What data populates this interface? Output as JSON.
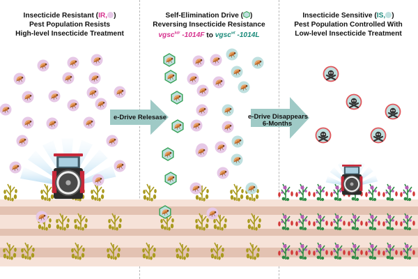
{
  "panels": [
    {
      "id": "insecticide-resistant",
      "title_lines": [
        "Insecticide Resistant (",
        "Pest Population Resists",
        "High-level Insecticide Treatment"
      ],
      "abbr": "IR",
      "abbr_suffix": ",",
      "close": ")",
      "legend_symbol": "pink-circle"
    },
    {
      "id": "self-elimination-drive",
      "title_lines": [
        "Self-Elimination Drive (",
        "Reversing Insecticide Resistance"
      ],
      "close": ")",
      "legend_symbol": "teal-hexagon",
      "gene_from": {
        "base": "vgsc",
        "sup": "kdr",
        "suffix": " -1014F"
      },
      "gene_to_word": " to ",
      "gene_to": {
        "base": "vgsc",
        "sup": "wt",
        "suffix": " -1014L"
      }
    },
    {
      "id": "insecticide-sensitive",
      "title_lines": [
        "Insecticide Sensitive (",
        "Pest Population Controlled With",
        "Low-level Insecticide Treatment"
      ],
      "abbr": "IS",
      "abbr_suffix": ",",
      "close": ")",
      "legend_symbol": "teal-circle"
    }
  ],
  "arrows": [
    {
      "label_lines": [
        "e-Drive Relesase"
      ]
    },
    {
      "label_lines": [
        "e-Drive Disappears",
        "6-Months"
      ]
    }
  ],
  "colors": {
    "resistant": "#e6c8e6",
    "sensitive": "#bfe0df",
    "drive_hex_fill": "#bfe0df",
    "drive_hex_stroke": "#3aa35a",
    "arrow": "#9fcac6",
    "accent_pink": "#d6338f",
    "accent_teal": "#1a8a7a",
    "dead_ring": "#e0555a",
    "soil_light": "#f6e2d8",
    "soil_dark": "#e3c2b2",
    "crop_unhealthy": "#a99a1e",
    "crop_healthy": "#2e8b45",
    "fruit": "#d33a3a",
    "flower": "#b65cb8",
    "tractor_body": "#c7283a"
  },
  "icons": {
    "pest": "mosquito-icon",
    "dead": "skull-crossbones-icon",
    "vehicle": "tractor-sprayer-icon",
    "plant": "crop-plant-icon"
  }
}
